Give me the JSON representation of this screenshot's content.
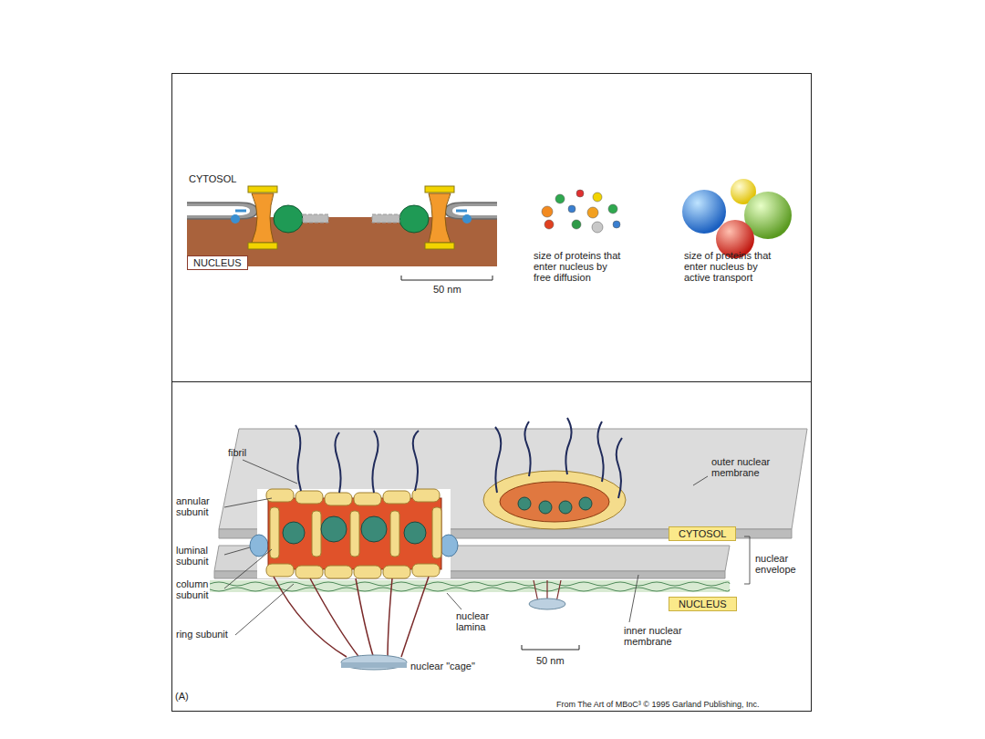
{
  "diagram": {
    "nodes": [
      {
        "text": [
          "NUCLEUS"
        ]
      },
      {
        "text": [
          "CYTOSOL"
        ]
      },
      {
        "text": [
          "NUCLEUS"
        ]
      }
    ],
    "labels": [
      "CYTOSOL",
      "50 nm",
      "size of proteins that enter nucleus by free diffusion",
      "size of proteins that enter nucleus by active transport",
      "fibril",
      "annular subunit",
      "luminal subunit",
      "column subunit",
      "ring subunit",
      "outer nuclear membrane",
      "nuclear envelope",
      "nuclear lamina",
      "inner nuclear membrane",
      "nuclear \"cage\"",
      "50 nm",
      "(A)",
      "From The Art of MBoC³ © 1995 Garland Publishing, Inc."
    ]
  }
}
